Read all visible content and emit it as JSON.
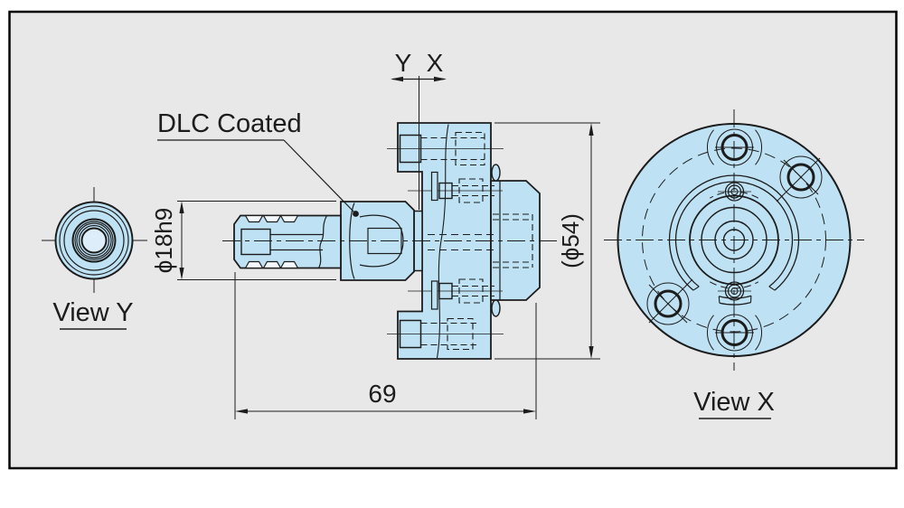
{
  "annotations": {
    "coating_note": "DLC Coated",
    "datum_y": "Y",
    "datum_x": "X"
  },
  "dimensions": {
    "shaft_diameter": "ϕ18h9",
    "flange_diameter": "(ϕ54)",
    "overall_length": "69"
  },
  "view_labels": {
    "left": "View Y",
    "right": "View X"
  },
  "colors": {
    "background": "#e8e8e8",
    "part_fill": "#bee2f4",
    "line": "#1c1c1c"
  }
}
